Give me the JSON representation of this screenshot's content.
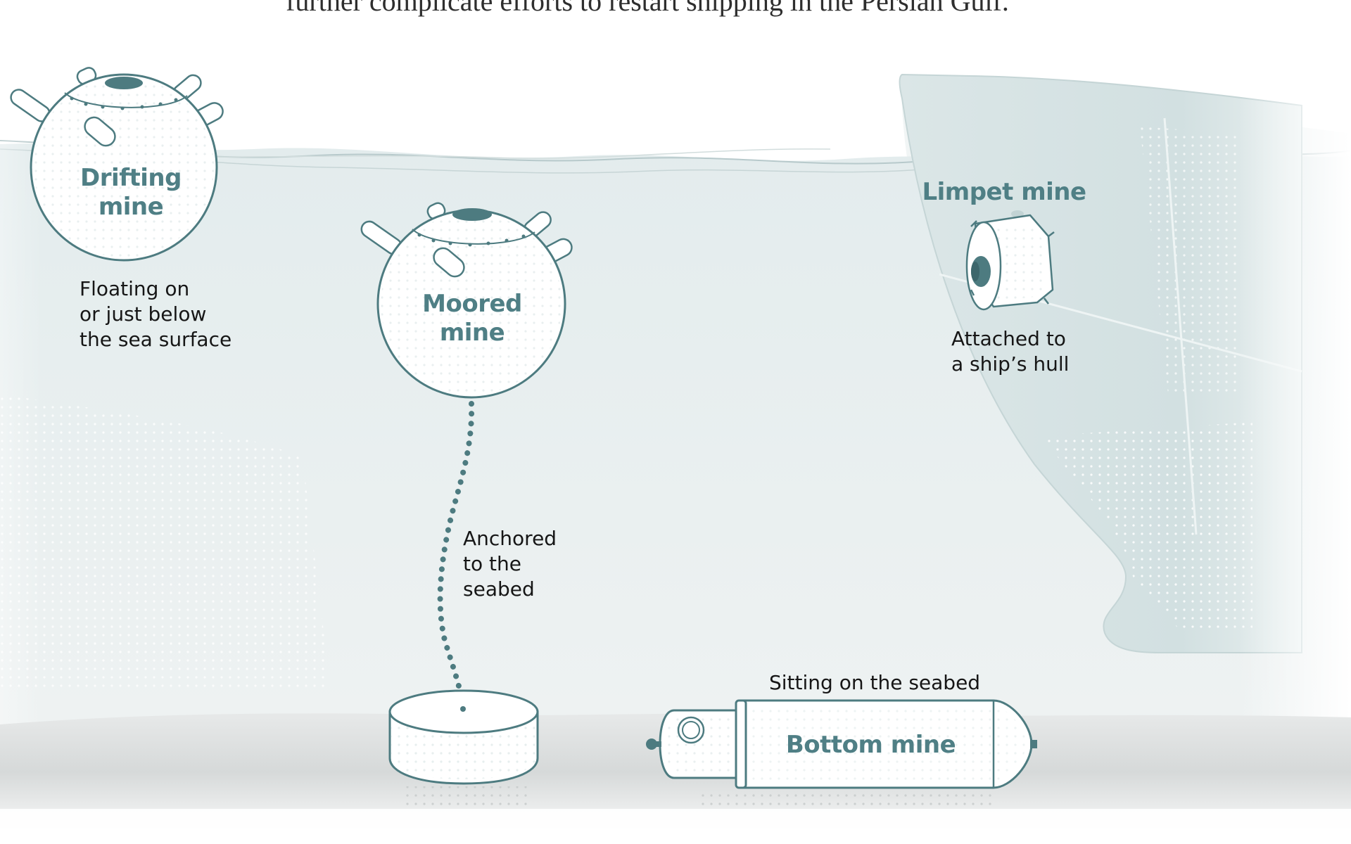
{
  "intro_text": "further complicate efforts to restart shipping in the Persian Gulf.",
  "colors": {
    "accent": "#4f7f85",
    "outline": "#4d7b80",
    "water": "#e6eeee",
    "seabed": "#d9dcdc",
    "hull": "#d7e3e4"
  },
  "mines": {
    "drifting": {
      "name_lines": [
        "Drifting",
        "mine"
      ],
      "description_lines": [
        "Floating on",
        "or just below",
        "the sea surface"
      ]
    },
    "moored": {
      "name_lines": [
        "Moored",
        "mine"
      ],
      "description_lines": [
        "Anchored",
        "to the",
        "seabed"
      ]
    },
    "limpet": {
      "name_lines": [
        "Limpet mine"
      ],
      "description_lines": [
        "Attached to",
        "a ship’s hull"
      ]
    },
    "bottom": {
      "name_lines": [
        "Bottom mine"
      ],
      "description_lines": [
        "Sitting on the seabed"
      ]
    }
  }
}
